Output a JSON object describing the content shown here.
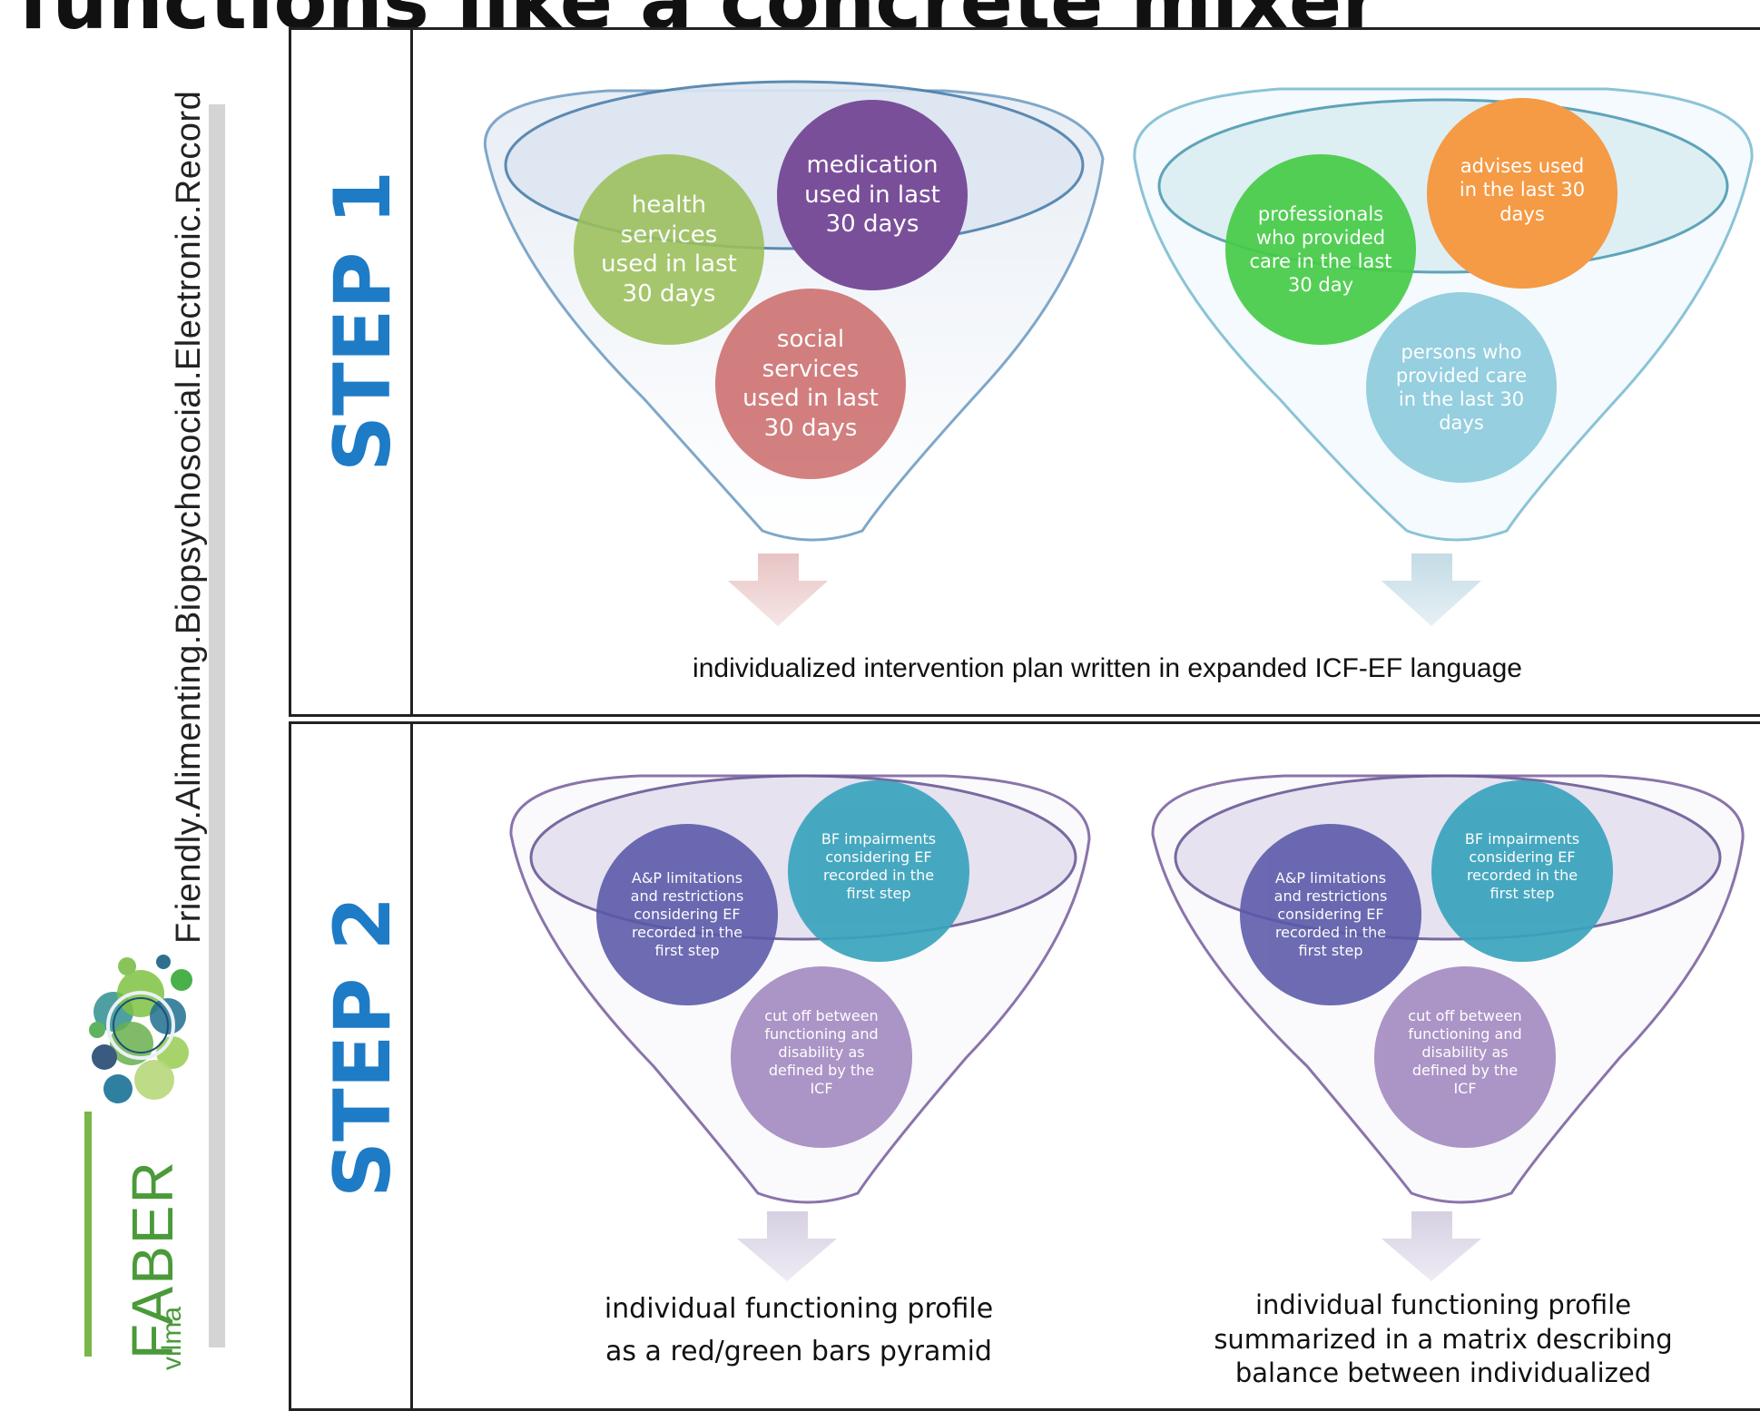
{
  "header": {
    "title": "functions like a concrete mixer"
  },
  "sidebar": {
    "tagline": "Friendly.Alimenting.Biopsychosocial.Electronic.Record",
    "logo_text": "FABER",
    "logo_subtext": "vilma"
  },
  "step1": {
    "label": "STEP 1",
    "left_funnel": [
      "health services used in last 30 days",
      "medication used in last 30 days",
      "social services used in last 30 days"
    ],
    "right_funnel": [
      "professionals who provided care in the last 30 day",
      "advises used in the last 30 days",
      "persons who provided care in the last 30 days"
    ],
    "output": "individualized intervention plan written in expanded ICF-EF language"
  },
  "step2": {
    "label": "STEP 2",
    "left_funnel": [
      "A&P limitations and restrictions considering EF recorded in the first step",
      "BF impairments considering EF recorded in the first step",
      "cut off between functioning and disability as defined by the ICF"
    ],
    "right_funnel": [
      "A&P limitations and restrictions considering EF recorded in the first step",
      "BF impairments considering EF recorded in the first step",
      "cut off between functioning and disability as defined by the ICF"
    ],
    "output_left": "individual functioning profile as a red/green bars pyramid",
    "output_right": "individual functioning profile summarized in a matrix describing balance between individualized functioning and disability"
  },
  "colors": {
    "step_label": "#1e7bc6",
    "health": "#9cc05a",
    "medication": "#7a4f9a",
    "social": "#cd6e6e",
    "professionals": "#47cc47",
    "advises": "#f59a45",
    "persons": "#8ccbdc",
    "ap": "#5a58a8",
    "bf": "#39a4bd",
    "cutoff": "#a58cc2"
  }
}
